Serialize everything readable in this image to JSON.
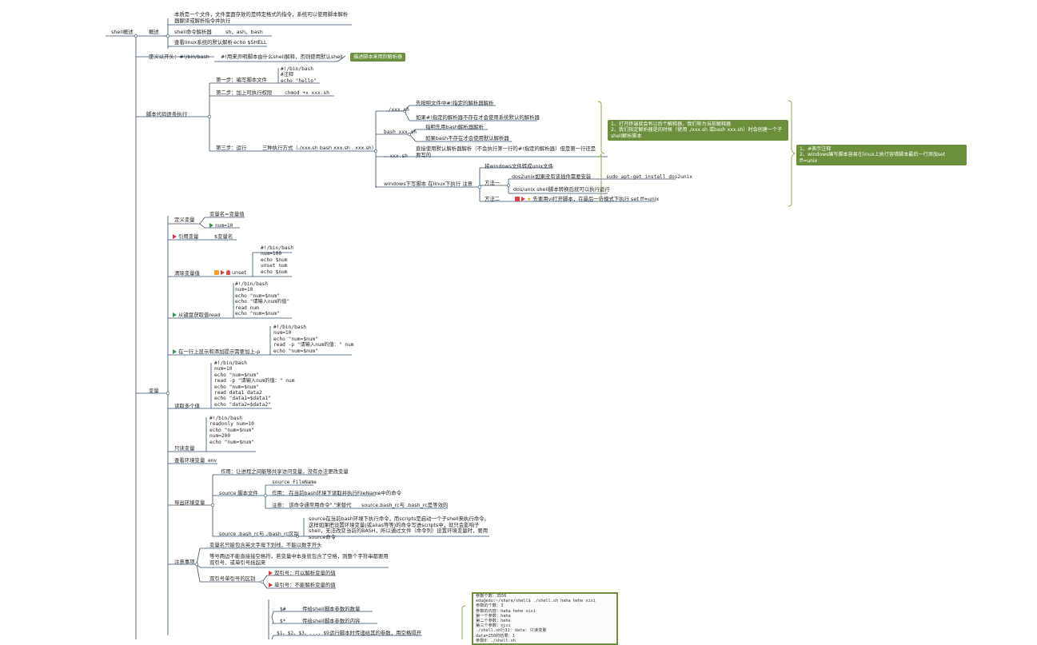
{
  "nodes": {
    "root": "shell概述",
    "overview": "概述",
    "overview_desc": "本质是一个文件，文件里面存放的是特定格式的指令，系统可以使用脚本解析器翻译或解析指令并执行",
    "shell_parsers": "shell命令解析器",
    "shell_parsers_list": "sh、ash、bash",
    "check_parser": "查看linux系统的默认解析",
    "check_parser_cmd": "echo $SHELL",
    "define_head": "定义以开头：#!/bin/bash",
    "define_head_desc": "#!用来声明脚本由什么shell解释，否则使用默认shell",
    "define_head_note": "描述脚本采用的解析器",
    "steps_parent": "脚本代码逐条执行",
    "step1": "第一步：编写脚本文件",
    "step1_code": [
      "#!/bin/bash",
      "#注释",
      "echo \"hello\""
    ],
    "step2": "第二步：加上可执行权限",
    "step2_cmd": "chmod +x xxx.sh",
    "step3": "第三步：运行",
    "step3_desc": "三种执行方式（./xxx.sh  bash xxx.sh  . xxx.sh）",
    "run_a": "./xxx.sh",
    "run_a_1": "先按照文件中#!指定的解析器解析",
    "run_a_2": "如果#!指定的解析器不存在才会使用系统默认的解析器",
    "run_b": "bash xxx.sh",
    "run_b_1": "指明先用bash解析器解析",
    "run_b_2": "如果bash不存在才会使用默认解析器",
    "run_c": ". xxx.sh",
    "run_c_1": "直接使用默认解析器解析（不会执行第一行的#!指定的解析器）但是第一行还是要写的",
    "run_note_1": "1、打开终端就会有以后个解释器，我们称为当前解释器",
    "run_note_2": "2、我们指定解析器是的时候（使用 ./xxx.sh 或bash xxx.sh）时会创建一个子shell解析脚本",
    "win_title": "windows下写脚本 在linux下执行 注意",
    "win_desc": "将windows文件转成unix文件",
    "method1": "方法一",
    "method1_1": "dos2unix如果没有该插件需要安装",
    "method1_1_cmd": "sudo apt-get install dos2unix",
    "method1_2": "dos/unix shell脚本转换后就可以执行运行",
    "method2": "方法二",
    "method2_desc": "先要用vi打开脚本，在最后一行模式下执行 set ff=unix",
    "win_note_1": "1、#表示注释",
    "win_note_2": "2、windows编写脚本容易在linux上执行容错脚本最后一行添加set ff=unix",
    "variables": "变量",
    "var_define": "定义变量",
    "var_define_1": "变量名=变量值",
    "var_define_2": "num=10",
    "var_ref": "引用变量",
    "var_ref_1": "$变量名",
    "var_unset": "清除变量值",
    "var_unset_cmd": "unset",
    "var_unset_code": [
      "#!/bin/bash",
      "num=100",
      "echo $num",
      "unset num",
      "echo $num"
    ],
    "var_read": "从键盘获取值read",
    "var_read_code": [
      "#!/bin/bash",
      "num=10",
      "echo \"num=$num\"",
      "echo \"请输入num的值\"",
      "read num",
      "echo \"num=$num\""
    ],
    "var_prompt": "在一行上显示和添加提示需要加上-p",
    "var_prompt_code": [
      "#!/bin/bash",
      "num=10",
      "echo \"num=$num\"",
      "read -p \"请输入num的值：\" num",
      "echo \"num=$num\""
    ],
    "var_multi": "读取多个值",
    "var_multi_code": [
      "#!/bin/bash",
      "num=10",
      "echo \"num=$num\"",
      "read -p \"请输入num的值：\" num",
      "echo \"num=$num\"",
      "read data1 data2",
      "echo \"data1=$data1\"",
      "echo \"data2=$data2\""
    ],
    "var_readonly": "只读变量",
    "var_readonly_code": [
      "#!/bin/bash",
      "readonly num=10",
      "echo \"num=$num\"",
      "num=200",
      "echo \"num=$num\""
    ],
    "var_env_view": "查看环境变量",
    "var_env_view_cmd": "env",
    "var_export": "导出环境变量",
    "export_purpose": "作用：让进程之间能够共享访问变量，没有办法更改变量",
    "source_file": "source 脚本文件",
    "source_file_1": "source FileName",
    "source_file_2_k": "作用：",
    "source_file_2": "在当前bash环境下读取并执行FileName中的命令",
    "source_file_3_k": "注意：",
    "source_file_3": "该命令通常用命令\".\"来替代",
    "source_file_3b": "source.bash_rc与 .bash_rc是等效的",
    "source_diff": "source .bash_rc与 ./bash_rc区别",
    "source_diff_desc": "source在当前bash环境下执行命令，而scripts是启动一个子shell来执行命令。这样如果把设置环境变量(或alias等等)的命令写进scripts中，就只会影响子shell，无法改变当前的BASH，所以通过文件（命令列）设置环境变量时，要用source命令",
    "var_notes": "注意事项",
    "var_notes_1": "变量名只能包含英文字母下划线，不能以数字开头",
    "var_notes_2": "等号两边不能直接接空格符，若变量中本身就包含了空格，则整个字符串都要用双引号、或单引号括起来",
    "var_notes_3": "双引号单引号的区别",
    "var_notes_3a": "双引号：可以解析变量的值",
    "var_notes_3b": "单引号：不能解析变量的值",
    "sp_hash": "$#",
    "sp_hash_desc": "传给shell脚本参数的数量",
    "sp_star": "$*",
    "sp_star_desc": "传给shell脚本参数的内容",
    "sp_n": "$1、$2、$3、...、$9",
    "sp_n_desc": "运行脚本时传递给其的参数，用空格隔开"
  },
  "terminal": [
    "参数个数：3556",
    "edu@edu:~/share/shell$ ./shell.sh haha hehe xixi",
    "参数的个数：3",
    "参数的内容：haha hehe xixi",
    "第一个参数：haha",
    "第二个参数：hehe",
    "第三个参数：xixi",
    "./shell.sh行31: data: 只读变量",
    "data=250的结果：1",
    "参数0：./shell.sh"
  ],
  "colors": {
    "branch": "#2f4f6f",
    "note": "#6b8f3c",
    "brace": "#9bb86c"
  }
}
